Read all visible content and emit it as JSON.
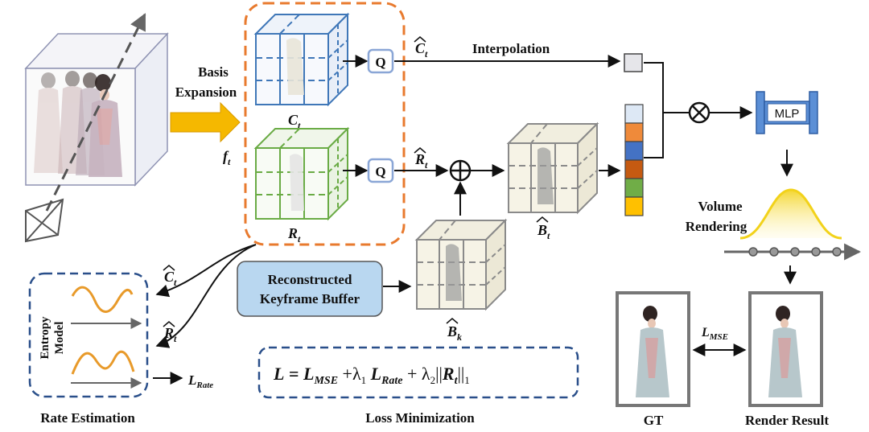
{
  "labels": {
    "basis_expansion_1": "Basis",
    "basis_expansion_2": "Expansion",
    "f_main": "f",
    "f_sub": "t",
    "c_main": "C",
    "c_sub": "t",
    "r_main": "R",
    "r_sub": "t",
    "quant": "Q",
    "chat_main": "C",
    "chat_sub": "t",
    "rhat_main": "R",
    "rhat_sub": "t",
    "interpolation": "Interpolation",
    "bhat_main": "B",
    "bhat_sub": "t",
    "bk_main": "B",
    "bk_sub": "k",
    "buffer_1": "Reconstructed",
    "buffer_2": "Keyframe Buffer",
    "mlp": "MLP",
    "volume_1": "Volume",
    "volume_2": "Rendering",
    "entropy_1": "Entropy",
    "entropy_2": "Model",
    "lrate_main": "L",
    "lrate_sub": "Rate",
    "rate_estimation": "Rate Estimation",
    "loss_minimization": "Loss Minimization",
    "lmse_main": "L",
    "lmse_sub": "MSE",
    "gt": "GT",
    "render_result": "Render Result",
    "formula": {
      "L": "L",
      "eq": " = ",
      "lmse": "L",
      "lmse_sub": "MSE",
      "plus1": " +λ",
      "one": "1",
      "lrate": " L",
      "lrate_sub": "Rate",
      "plus2": " + λ",
      "two": "2",
      "norm_open": "||",
      "r": "R",
      "r_sub": "t",
      "norm_close": "||",
      "norm_sub": "1"
    }
  },
  "colors": {
    "orange_dash": "#e87a2e",
    "blue_cube": "#3f77b8",
    "green_cube": "#6aab45",
    "gray_cube": "#8a8a8a",
    "navy_dash": "#2a4f8a",
    "arrow_yellow": "#f5b800",
    "buffer_fill": "#b9d7f0",
    "mlp_fill": "#5b8fd6",
    "gaussian": "#f2d21a",
    "feature_stack": [
      "#dde8f5",
      "#ef8a3a",
      "#4472c4",
      "#c55a11",
      "#70ad47",
      "#ffc000"
    ]
  }
}
